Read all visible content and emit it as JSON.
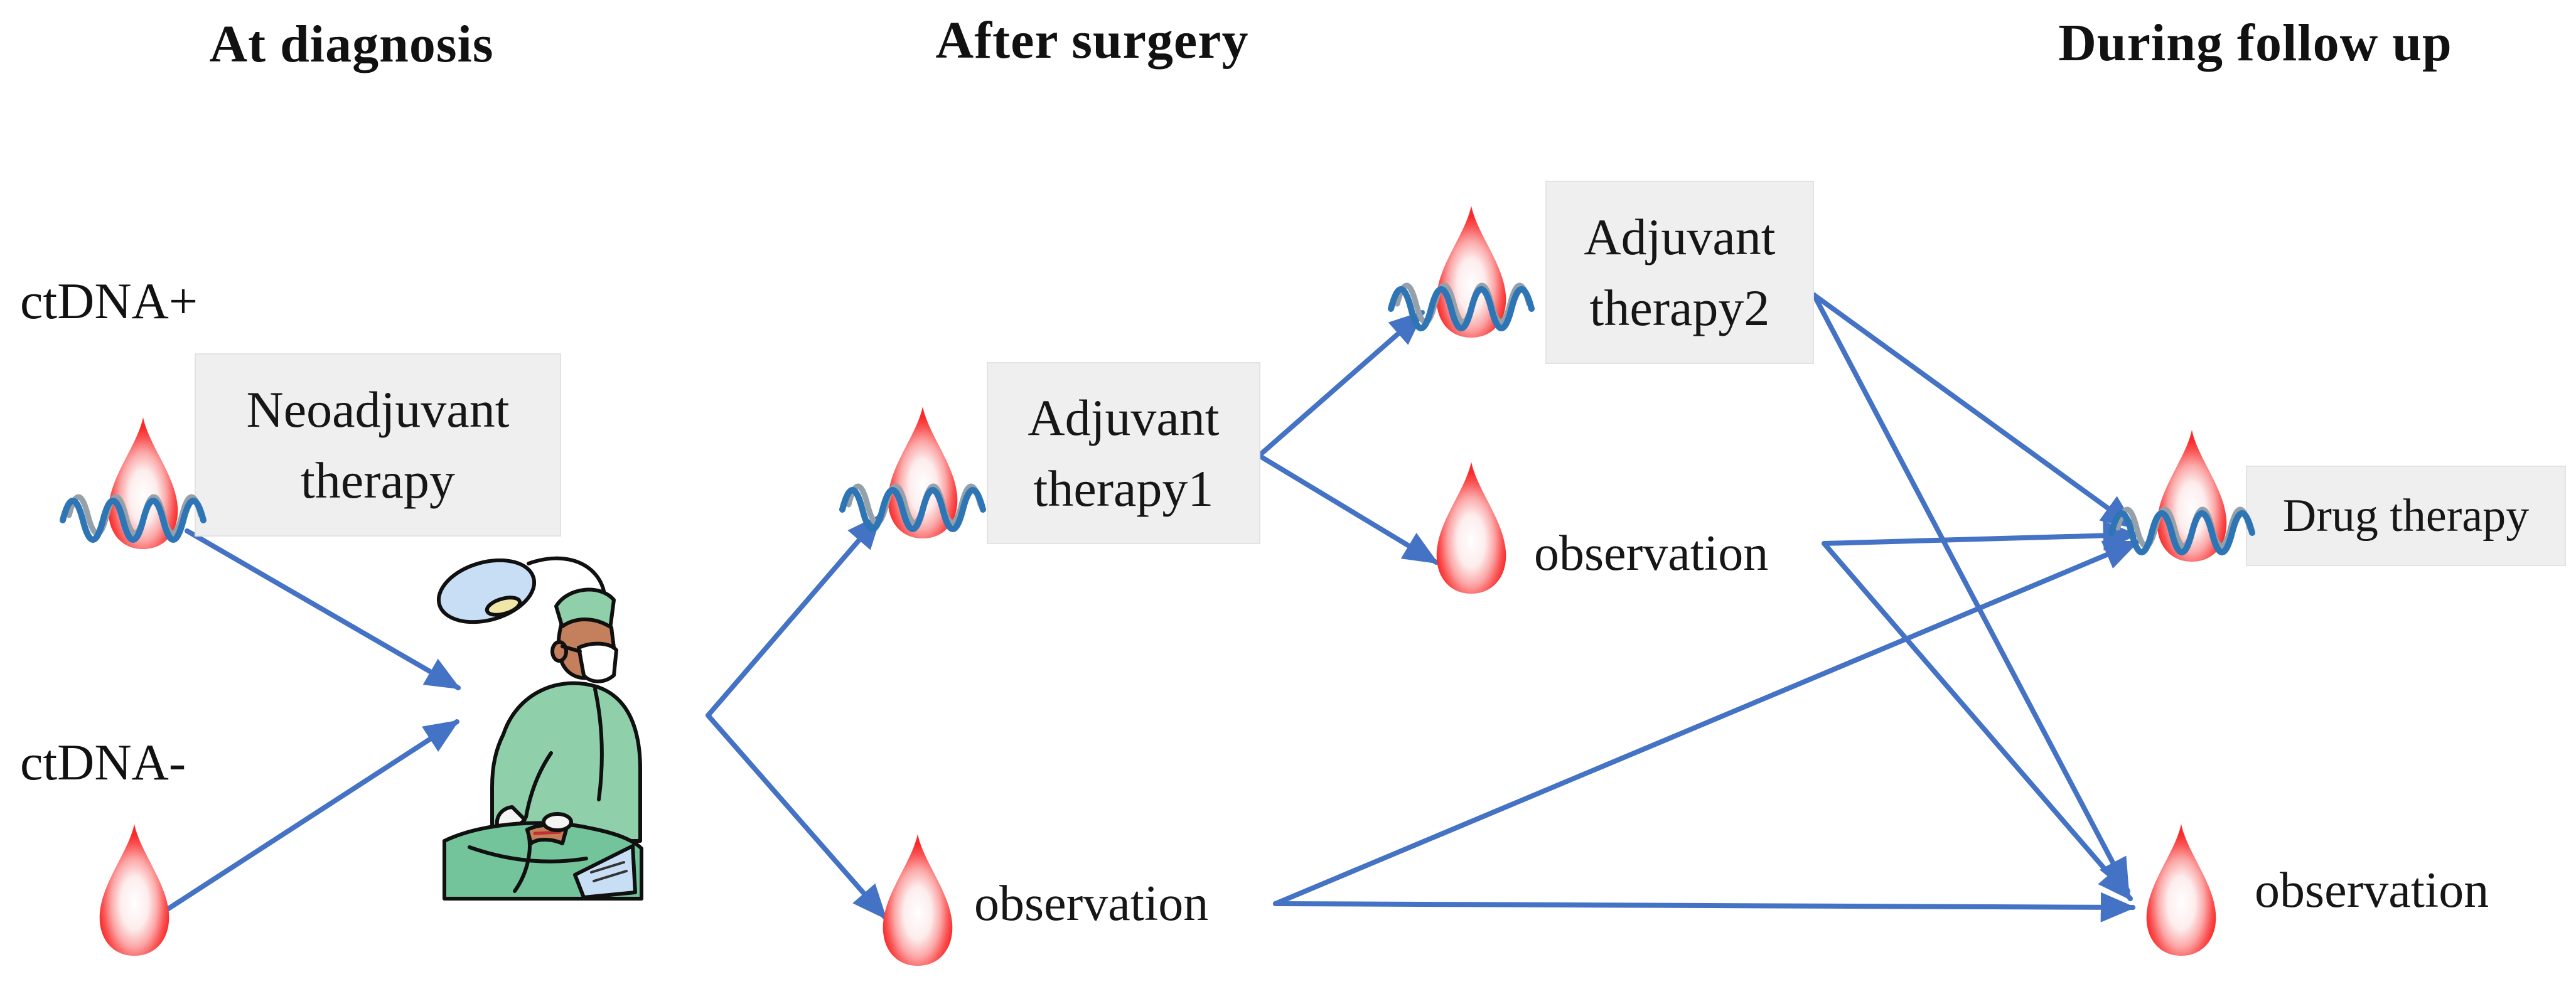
{
  "stage_headers": {
    "at_diagnosis": "At diagnosis",
    "after_surgery": "After surgery",
    "during_follow_up": "During follow up"
  },
  "sample_labels": {
    "ctdna_positive": "ctDNA+",
    "ctdna_negative": "ctDNA-"
  },
  "therapy_boxes": {
    "neoadjuvant": {
      "line1": "Neoadjuvant",
      "line2": "therapy"
    },
    "adjuvant1": {
      "line1": "Adjuvant",
      "line2": "therapy1"
    },
    "adjuvant2": {
      "line1": "Adjuvant",
      "line2": "therapy2"
    },
    "drug_therapy": {
      "label": "Drug therapy"
    }
  },
  "observation_labels": {
    "post_adjuvant1": "observation",
    "post_surgery": "observation",
    "follow_up": "observation"
  },
  "icons": {
    "blood_drop": "blood-drop-icon",
    "ctdna_strand": "dna-strand-icon",
    "surgeon": "surgeon-clipart"
  },
  "colors": {
    "arrow_blue": "#4472C4",
    "box_gray": "#EFEFEF",
    "dna_blue": "#2E75B6",
    "dna_gray": "#94A1AB",
    "drop_red": "#F92A2A",
    "scrubs_green": "#8FCFA9",
    "drape_green": "#74C49B",
    "lamp_blue": "#C8DEF5",
    "skin_tan": "#C4805C"
  },
  "connections": [
    {
      "from": "ctDNA+ sample at diagnosis",
      "to": "surgery (after neoadjuvant therapy)"
    },
    {
      "from": "ctDNA- sample at diagnosis",
      "to": "surgery"
    },
    {
      "from": "surgery",
      "to": "ctDNA+ sample after surgery (Adjuvant therapy1)"
    },
    {
      "from": "surgery",
      "to": "ctDNA- sample after surgery (observation)"
    },
    {
      "from": "Adjuvant therapy1",
      "to": "ctDNA+ sample (Adjuvant therapy2)"
    },
    {
      "from": "Adjuvant therapy1",
      "to": "ctDNA- sample (observation)"
    },
    {
      "from": "Adjuvant therapy2",
      "to": "ctDNA+ during follow up (Drug therapy)"
    },
    {
      "from": "Adjuvant therapy2",
      "to": "ctDNA- during follow up (observation)"
    },
    {
      "from": "observation after Adjuvant therapy1",
      "to": "ctDNA+ during follow up (Drug therapy)"
    },
    {
      "from": "observation after Adjuvant therapy1",
      "to": "ctDNA- during follow up (observation)"
    },
    {
      "from": "observation after surgery",
      "to": "ctDNA+ during follow up (Drug therapy)"
    },
    {
      "from": "observation after surgery",
      "to": "ctDNA- during follow up (observation)"
    }
  ]
}
